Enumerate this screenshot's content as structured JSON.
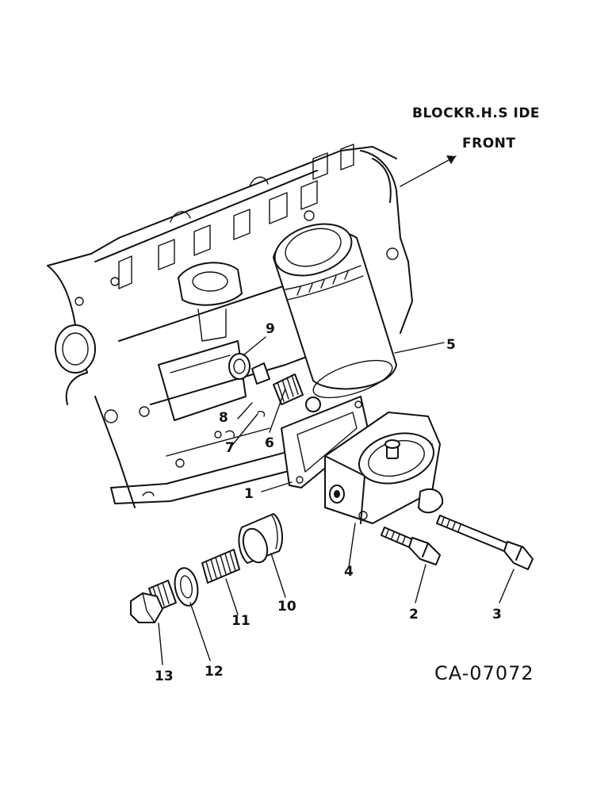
{
  "header": {
    "side_label": "BLOCKR.H.S IDE",
    "direction_label": "FRONT"
  },
  "callouts": [
    "1",
    "2",
    "3",
    "4",
    "5",
    "6",
    "7",
    "8",
    "9",
    "10",
    "11",
    "12",
    "13"
  ],
  "figure_code": "CA-07072"
}
